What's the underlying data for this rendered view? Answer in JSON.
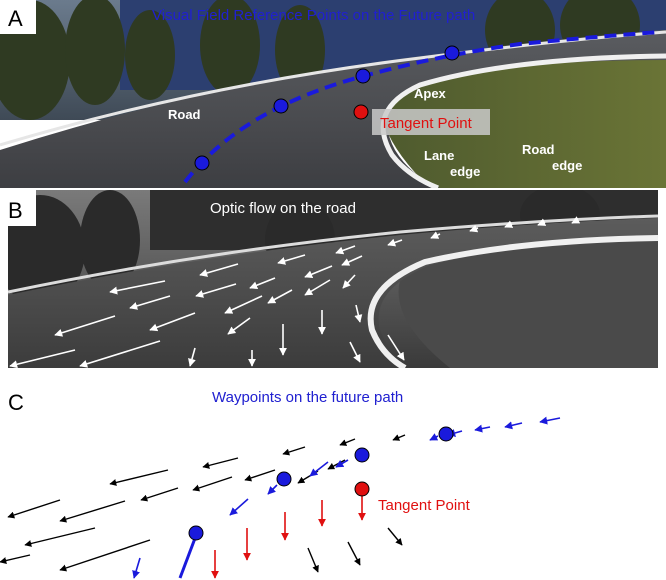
{
  "panel_a": {
    "letter": "A",
    "title": "Visual Field Reference Points on the Future path",
    "labels": {
      "road": "Road",
      "apex": "Apex",
      "tangent_point": "Tangent Point",
      "lane": "Lane",
      "lane_edge": "edge",
      "road_edge_1": "Road",
      "road_edge_2": "edge"
    }
  },
  "panel_b": {
    "letter": "B",
    "title": "Optic flow on the road"
  },
  "panel_c": {
    "letter": "C",
    "title": "Waypoints on the future path",
    "tangent_point": "Tangent Point"
  },
  "colors": {
    "path_blue": "#1a1adc",
    "tangent_red": "#e01010",
    "flow_black": "#000000",
    "title_blue": "#2020d0"
  }
}
